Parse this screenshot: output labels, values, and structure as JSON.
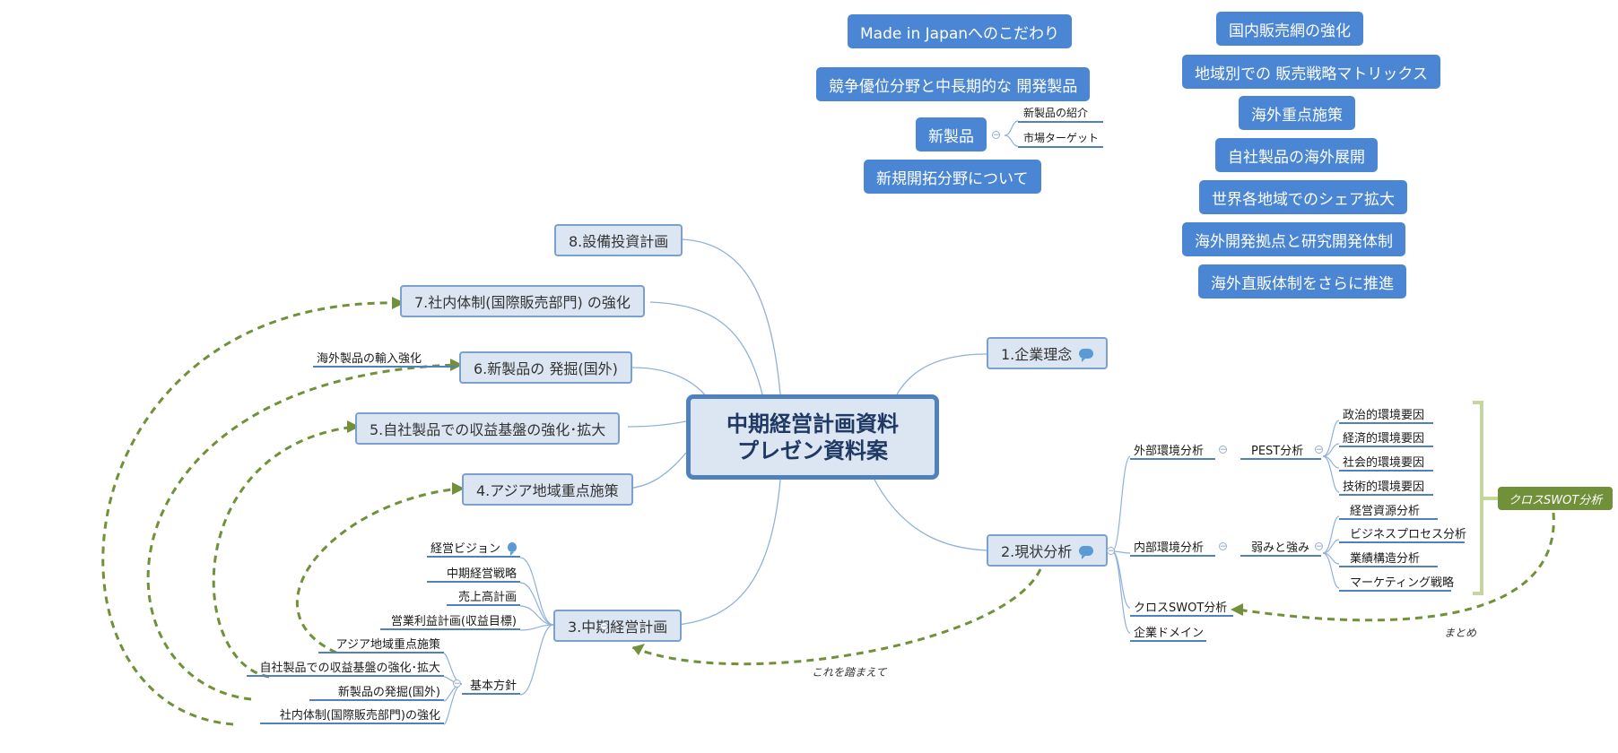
{
  "central": {
    "line1": "中期経営計画資料",
    "line2": "プレゼン資料案"
  },
  "topics": {
    "t1": "1.企業理念",
    "t2": "2.現状分析",
    "t3": "3.中期経営計画",
    "t4": "4.アジア地域重点施策",
    "t5": "5.自社製品での収益基盤の強化･拡大",
    "t6": "6.新製品の 発掘(国外)",
    "t7": "7.社内体制(国際販売部門) の強化",
    "t8": "8.設備投資計画"
  },
  "t6_sub": "海外製品の輸入強化",
  "t3_sub": {
    "vision": "経営ビジョン",
    "strategy": "中期経営戦略",
    "sales": "売上高計画",
    "profit": "営業利益計画(収益目標)",
    "policy": "基本方針",
    "policy_items": [
      "アジア地域重点施策",
      "自社製品での収益基盤の強化･拡大",
      "新製品の発掘(国外)",
      "社内体制(国際販売部門)の強化"
    ]
  },
  "t2_sub": {
    "external": "外部環境分析",
    "pest": "PEST分析",
    "pest_items": [
      "政治的環境要因",
      "経済的環境要因",
      "社会的環境要因",
      "技術的環境要因"
    ],
    "internal": "内部環境分析",
    "weak": "弱みと強み",
    "weak_items": [
      "経営資源分析",
      "ビジネスプロセス分析",
      "業績構造分析",
      "マーケティング戦略"
    ],
    "cross": "クロスSWOT分析",
    "domain": "企業ドメイン"
  },
  "swot_tag": "クロスSWOT分析",
  "annotations": {
    "summary": "まとめ",
    "based": "これを踏まえて"
  },
  "floating_left": {
    "made": "Made in Japanへのこだわり",
    "compet": "競争優位分野と中長期的な 開発製品",
    "newprod": "新製品",
    "newprod_items": [
      "新製品の紹介",
      "市場ターゲット"
    ],
    "newfield": "新規開拓分野について"
  },
  "floating_right": [
    "国内販売網の強化",
    "地域別での 販売戦略マトリックス",
    "海外重点施策",
    "自社製品の海外展開",
    "世界各地域でのシェア拡大",
    "海外開発拠点と研究開発体制",
    "海外直販体制をさらに推進"
  ],
  "colors": {
    "main_line": "#8fb1dc",
    "dash": "#70913a",
    "accent": "#4a86d4",
    "bracket": "#c3d69b"
  }
}
